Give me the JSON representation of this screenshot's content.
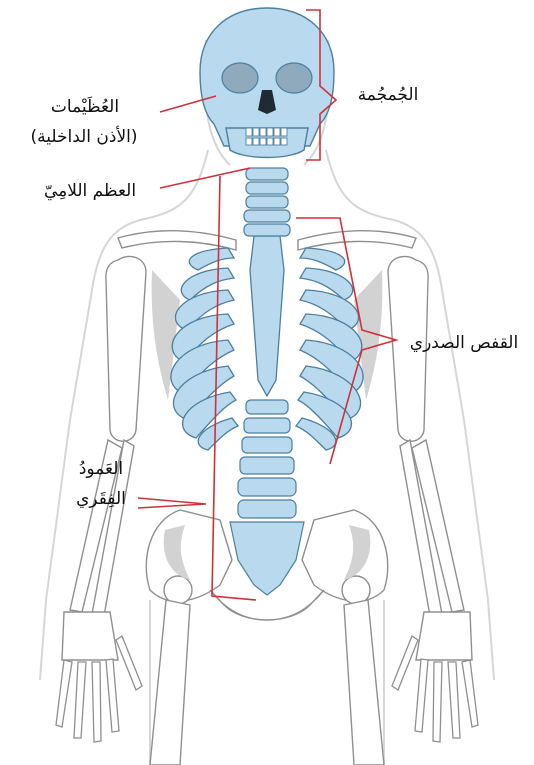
{
  "labels": {
    "skull": "الجُمجُمة",
    "ossicles_line1": "العُظَيْمات",
    "ossicles_line2": "(الأذن الداخلية)",
    "hyoid": "العظم اللامِيّ",
    "ribcage": "القفص الصدري",
    "spine_line1": "العَمودُ",
    "spine_line2": "الفِقَري"
  },
  "colors": {
    "bone_highlight": "#b9d9ee",
    "bone_highlight_stroke": "#4d7f9e",
    "bone_plain": "#ffffff",
    "bone_outline": "#8f8f8f",
    "body_outline": "#d6d6d6",
    "shading": "#d2d2d2",
    "leader": "#d0313a"
  }
}
